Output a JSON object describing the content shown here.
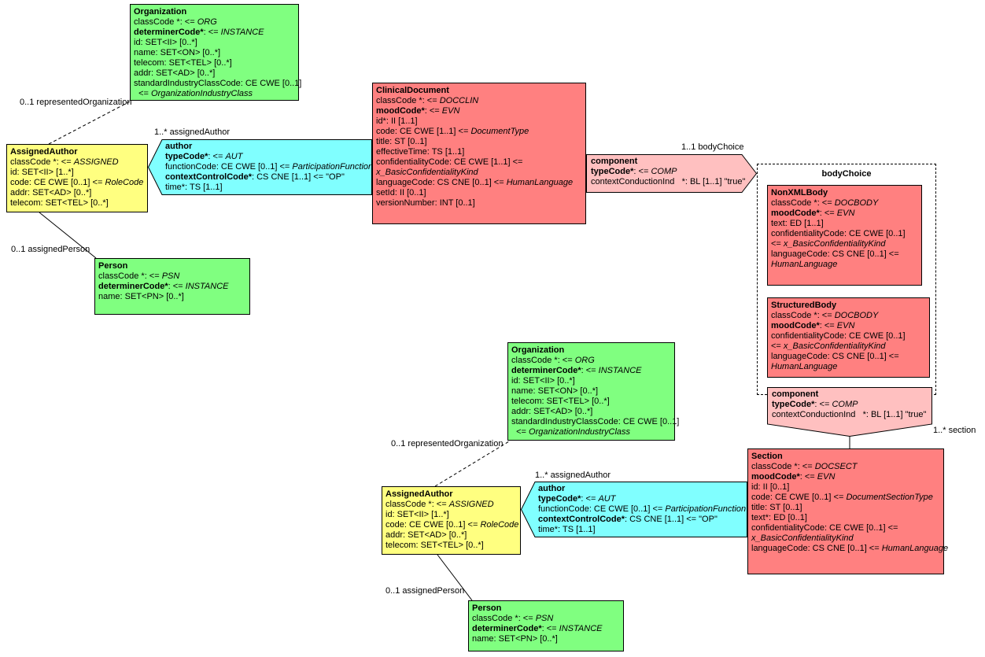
{
  "classes": {
    "organization": {
      "title": "Organization",
      "attributes": [
        [
          [
            "n",
            "classCode *: <= "
          ],
          [
            "i",
            "ORG"
          ]
        ],
        [
          [
            "b",
            "determinerCode*"
          ],
          [
            "n",
            ": <= "
          ],
          [
            "i",
            "INSTANCE"
          ]
        ],
        [
          [
            "n",
            "id: SET<II> [0..*]"
          ]
        ],
        [
          [
            "n",
            "name: SET<ON> [0..*]"
          ]
        ],
        [
          [
            "n",
            "telecom: SET<TEL> [0..*]"
          ]
        ],
        [
          [
            "n",
            "addr: SET<AD> [0..*]"
          ]
        ],
        [
          [
            "n",
            "standardIndustryClassCode: CE CWE [0..1]"
          ]
        ],
        [
          [
            "n",
            "  <= "
          ],
          [
            "i",
            "OrganizationIndustryClass"
          ]
        ]
      ]
    },
    "assigned_author": {
      "title": "AssignedAuthor",
      "attributes": [
        [
          [
            "n",
            "classCode *: <= "
          ],
          [
            "i",
            "ASSIGNED"
          ]
        ],
        [
          [
            "n",
            "id: SET<II> [1..*]"
          ]
        ],
        [
          [
            "n",
            "code: CE CWE [0..1] <= "
          ],
          [
            "i",
            "RoleCode"
          ]
        ],
        [
          [
            "n",
            "addr: SET<AD> [0..*]"
          ]
        ],
        [
          [
            "n",
            "telecom: SET<TEL> [0..*]"
          ]
        ]
      ]
    },
    "person": {
      "title": "Person",
      "attributes": [
        [
          [
            "n",
            "classCode *: <= "
          ],
          [
            "i",
            "PSN"
          ]
        ],
        [
          [
            "b",
            "determinerCode*"
          ],
          [
            "n",
            ": <= "
          ],
          [
            "i",
            "INSTANCE"
          ]
        ],
        [
          [
            "n",
            "name: SET<PN> [0..*]"
          ]
        ]
      ]
    },
    "clinical_document": {
      "title": "ClinicalDocument",
      "attributes": [
        [
          [
            "n",
            "classCode *: <= "
          ],
          [
            "i",
            "DOCCLIN"
          ]
        ],
        [
          [
            "b",
            "moodCode*"
          ],
          [
            "n",
            ": <= "
          ],
          [
            "i",
            "EVN"
          ]
        ],
        [
          [
            "n",
            "id*: II [1..1]"
          ]
        ],
        [
          [
            "n",
            "code: CE CWE [1..1] <= "
          ],
          [
            "i",
            "DocumentType"
          ]
        ],
        [
          [
            "n",
            "title: ST [0..1]"
          ]
        ],
        [
          [
            "n",
            "effectiveTime: TS [1..1]"
          ]
        ],
        [
          [
            "n",
            "confidentialityCode: CE CWE [1..1] <="
          ]
        ],
        [
          [
            "i",
            "x_BasicConfidentialityKind"
          ]
        ],
        [
          [
            "n",
            "languageCode: CS CNE [0..1] <= "
          ],
          [
            "i",
            "HumanLanguage"
          ]
        ],
        [
          [
            "n",
            "setId: II [0..1]"
          ]
        ],
        [
          [
            "n",
            "versionNumber: INT [0..1]"
          ]
        ]
      ]
    },
    "author": {
      "title": "author",
      "attributes": [
        [
          [
            "b",
            "typeCode*"
          ],
          [
            "n",
            ": <= "
          ],
          [
            "i",
            "AUT"
          ]
        ],
        [
          [
            "n",
            "functionCode: CE CWE [0..1] <= "
          ],
          [
            "i",
            "ParticipationFunction"
          ]
        ],
        [
          [
            "b",
            "contextControlCode*"
          ],
          [
            "n",
            ": CS CNE [1..1] <= \"OP\""
          ]
        ],
        [
          [
            "n",
            "time*: TS [1..1]"
          ]
        ]
      ]
    },
    "component": {
      "title": "component",
      "attributes": [
        [
          [
            "b",
            "typeCode*"
          ],
          [
            "n",
            ": <= "
          ],
          [
            "i",
            "COMP"
          ]
        ],
        [
          [
            "n",
            "contextConductionInd   *: BL [1..1] \"true\""
          ]
        ]
      ]
    },
    "body_choice": {
      "title": "bodyChoice"
    },
    "nonxml_body": {
      "title": "NonXMLBody",
      "attributes": [
        [
          [
            "n",
            "classCode *: <= "
          ],
          [
            "i",
            "DOCBODY"
          ]
        ],
        [
          [
            "b",
            "moodCode*"
          ],
          [
            "n",
            ": <= "
          ],
          [
            "i",
            "EVN"
          ]
        ],
        [
          [
            "n",
            "text: ED [1..1]"
          ]
        ],
        [
          [
            "n",
            "confidentialityCode: CE CWE [0..1]"
          ]
        ],
        [
          [
            "n",
            "<= "
          ],
          [
            "i",
            "x_BasicConfidentialityKind"
          ]
        ],
        [
          [
            "n",
            "languageCode: CS CNE [0..1] <="
          ]
        ],
        [
          [
            "i",
            "HumanLanguage"
          ]
        ]
      ]
    },
    "structured_body": {
      "title": "StructuredBody",
      "attributes": [
        [
          [
            "n",
            "classCode *: <= "
          ],
          [
            "i",
            "DOCBODY"
          ]
        ],
        [
          [
            "b",
            "moodCode*"
          ],
          [
            "n",
            ": <= "
          ],
          [
            "i",
            "EVN"
          ]
        ],
        [
          [
            "n",
            "confidentialityCode: CE CWE [0..1]"
          ]
        ],
        [
          [
            "n",
            "<= "
          ],
          [
            "i",
            "x_BasicConfidentialityKind"
          ]
        ],
        [
          [
            "n",
            "languageCode: CS CNE [0..1] <="
          ]
        ],
        [
          [
            "i",
            "HumanLanguage"
          ]
        ]
      ]
    },
    "section": {
      "title": "Section",
      "attributes": [
        [
          [
            "n",
            "classCode *: <= "
          ],
          [
            "i",
            "DOCSECT"
          ]
        ],
        [
          [
            "b",
            "moodCode*"
          ],
          [
            "n",
            ": <= "
          ],
          [
            "i",
            "EVN"
          ]
        ],
        [
          [
            "n",
            "id: II [0..1]"
          ]
        ],
        [
          [
            "n",
            "code: CE CWE [0..1] <= "
          ],
          [
            "i",
            "DocumentSectionType"
          ]
        ],
        [
          [
            "n",
            "title: ST [0..1]"
          ]
        ],
        [
          [
            "n",
            "text*: ED [0..1]"
          ]
        ],
        [
          [
            "n",
            "confidentialityCode: CE CWE [0..1] <="
          ]
        ],
        [
          [
            "i",
            "x_BasicConfidentialityKind"
          ]
        ],
        [
          [
            "n",
            "languageCode: CS CNE [0..1] <= "
          ],
          [
            "i",
            "HumanLanguage"
          ]
        ]
      ]
    }
  },
  "edge_labels": {
    "represented_organization": "0..1 representedOrganization",
    "assigned_author": "1..* assignedAuthor",
    "assigned_person": "0..1 assignedPerson",
    "body_choice": "1..1 bodyChoice",
    "section": "1..* section"
  },
  "colors": {
    "entity_green": "#80FF80",
    "role_yellow": "#FFFF80",
    "participation_cyan": "#80FFFF",
    "act_red": "#FF8080",
    "act_relationship_pink": "#FFC0C0",
    "border": "#000000",
    "background": "#FFFFFF"
  }
}
